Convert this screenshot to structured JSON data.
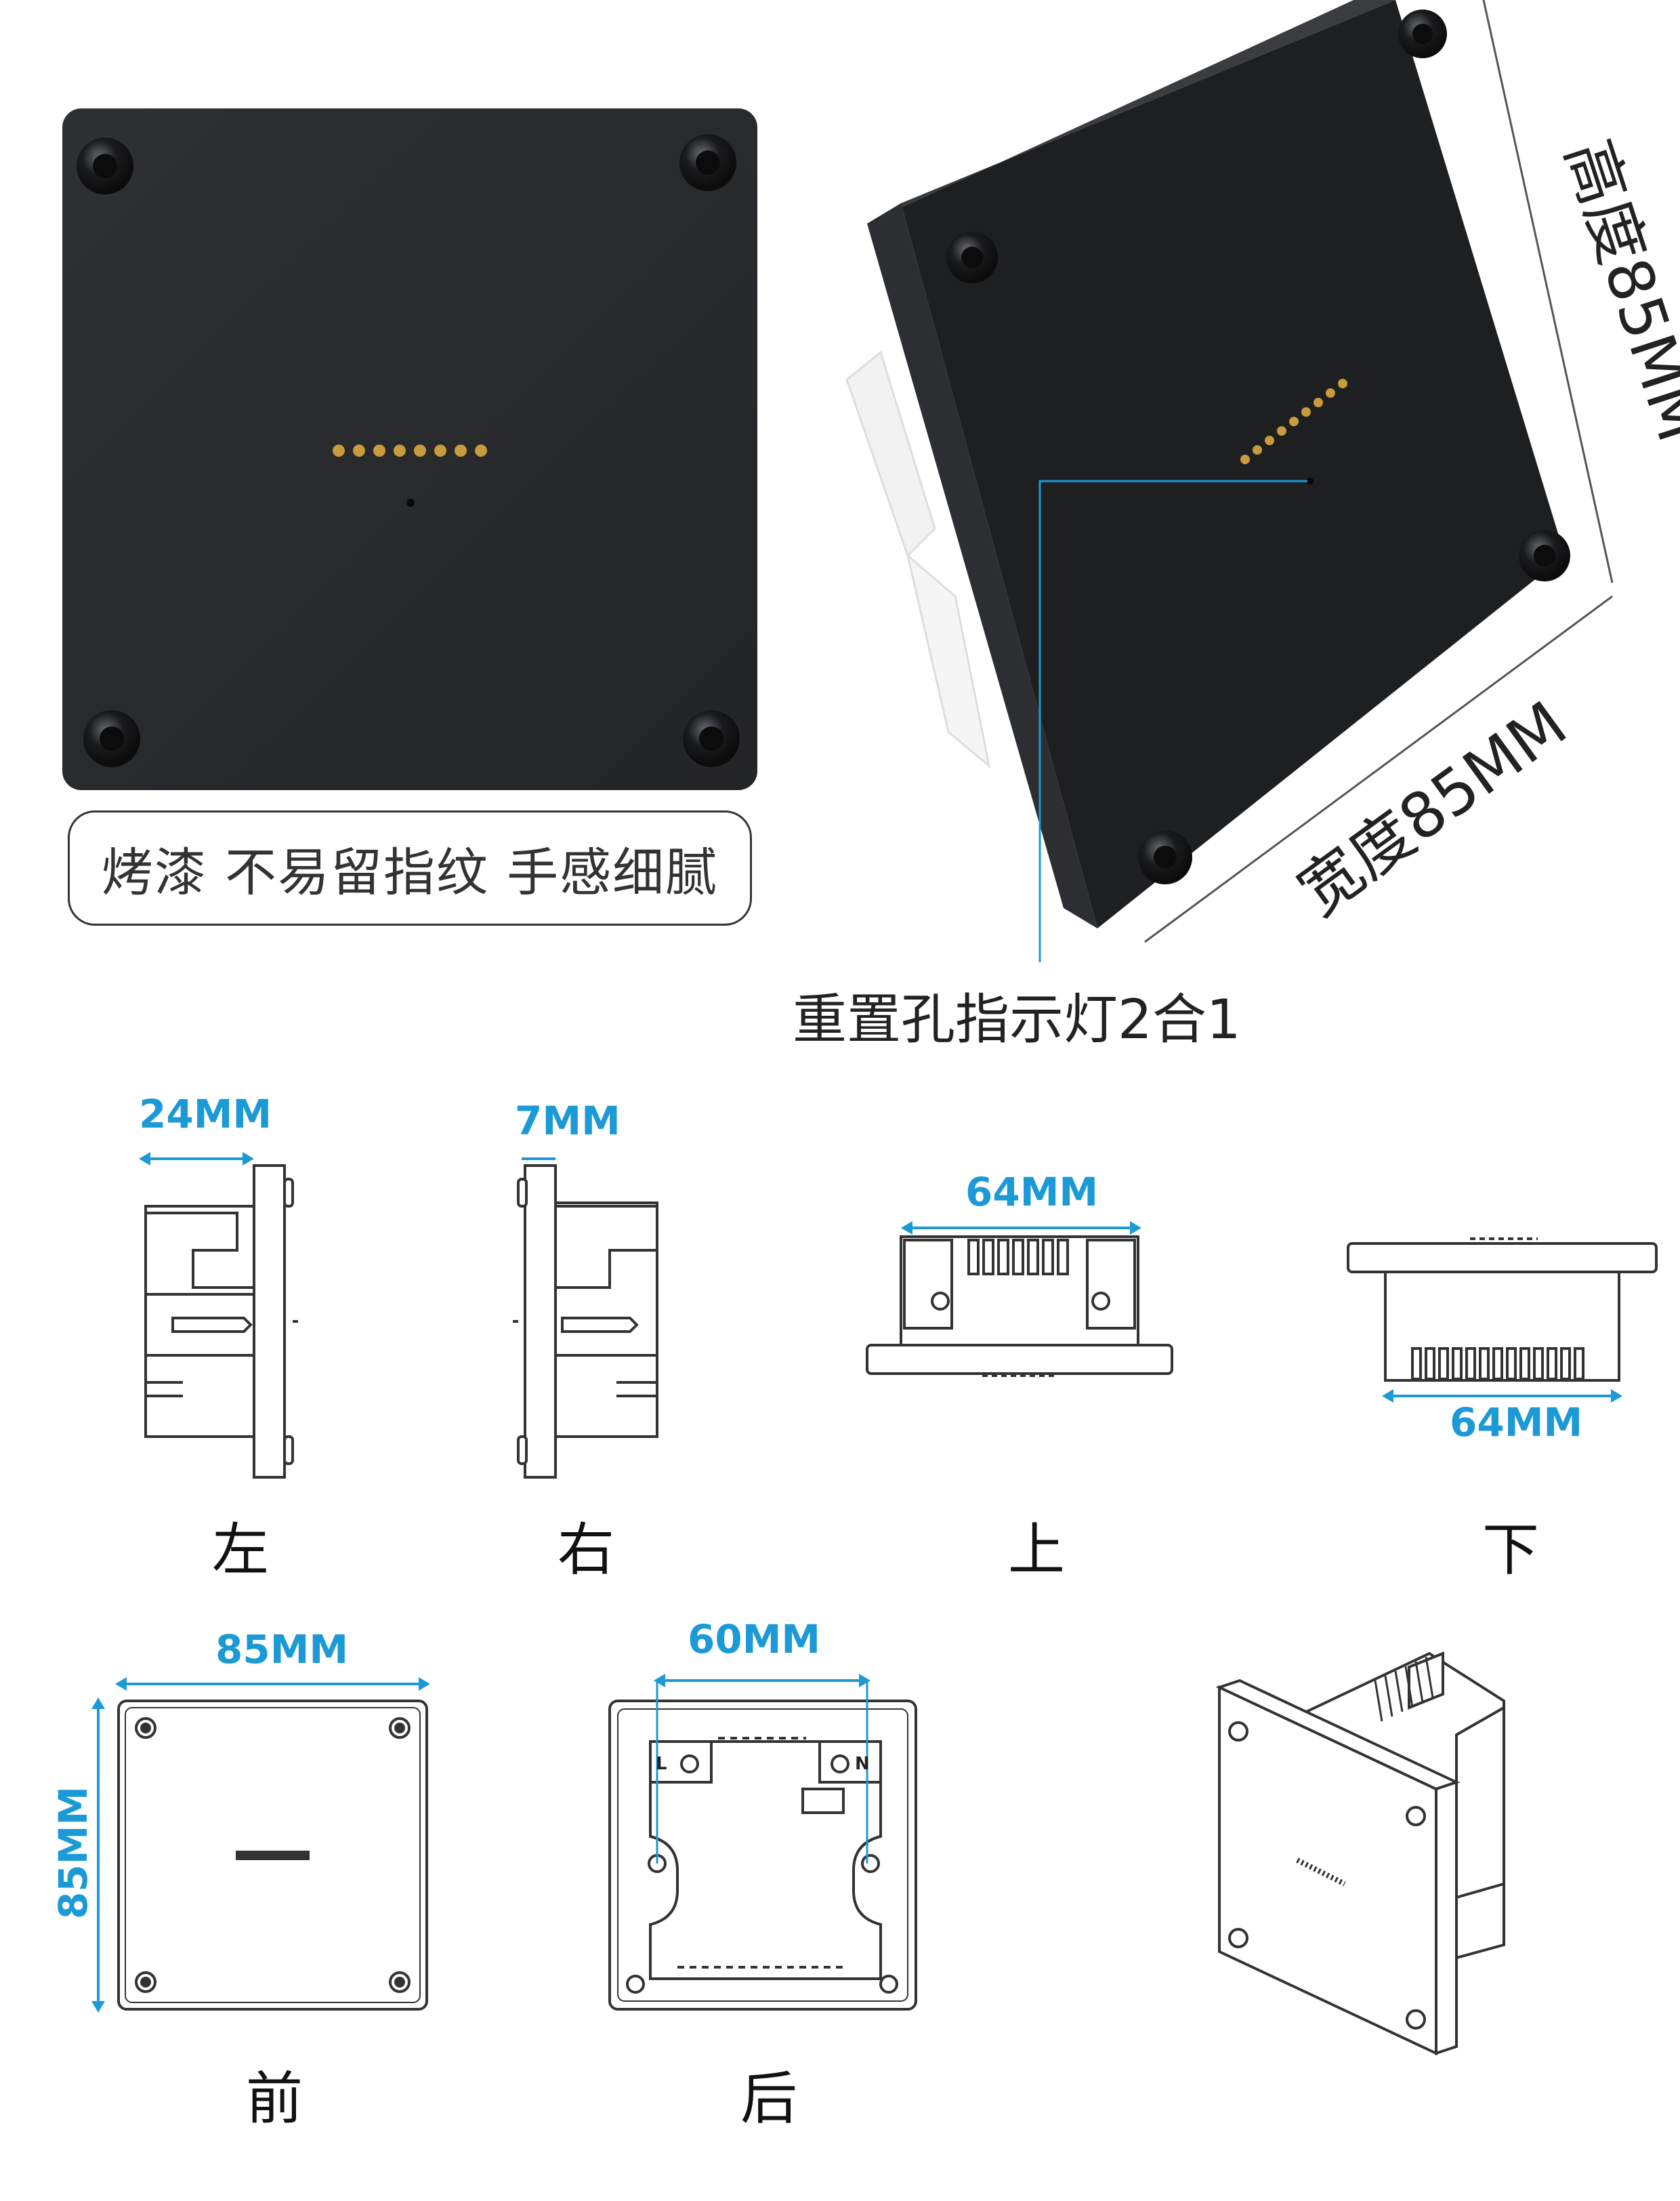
{
  "caption": "烤漆 不易留指纹 手感细腻",
  "dimensions": {
    "height": "高度85MM",
    "width": "宽度85MM",
    "reset": "重置孔指示灯2合1"
  },
  "side_views": [
    {
      "label": "左",
      "dim": "24MM"
    },
    {
      "label": "右",
      "dim": "7MM"
    },
    {
      "label": "上",
      "dim": "64MM"
    },
    {
      "label": "下",
      "dim": "64MM"
    }
  ],
  "face_views": [
    {
      "label": "前",
      "dim_w": "85MM",
      "dim_h": "85MM"
    },
    {
      "label": "后",
      "dim_w": "60MM"
    }
  ],
  "terminals": {
    "l": "L",
    "n": "N"
  },
  "colors": {
    "accent": "#1b9ad6",
    "panel": "#2b2d30"
  }
}
